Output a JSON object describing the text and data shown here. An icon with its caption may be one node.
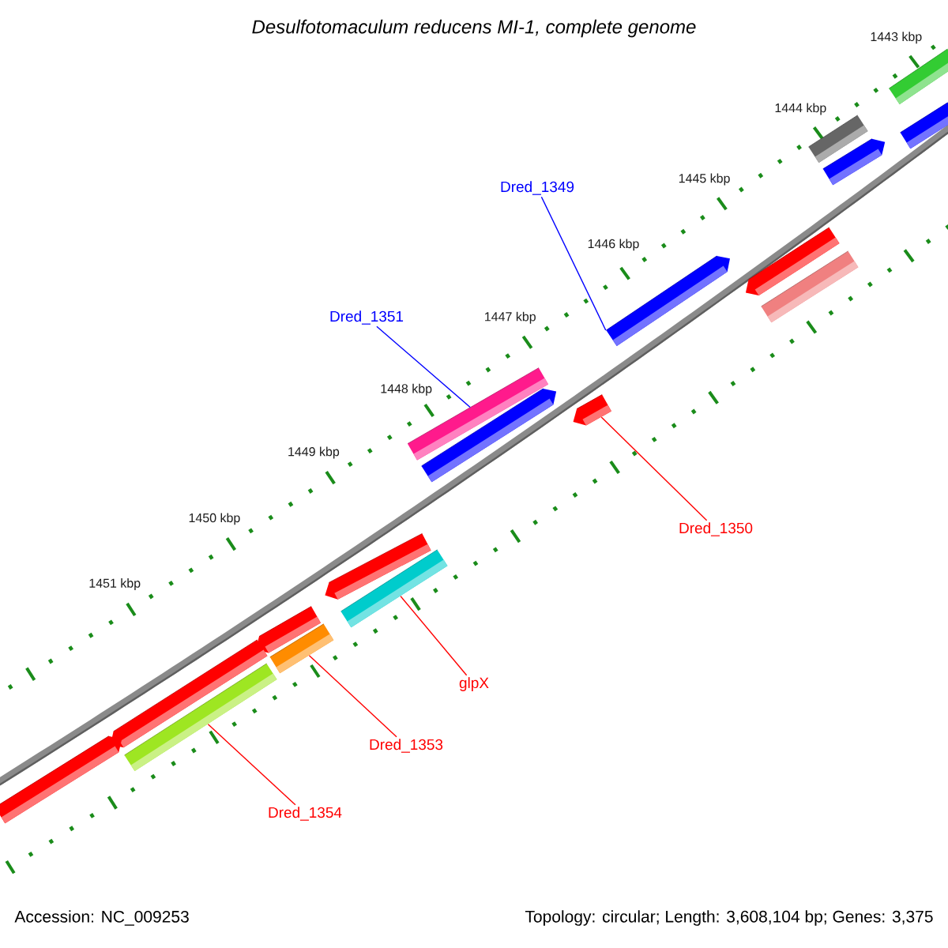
{
  "diagram": {
    "title": "Desulfotomaculum reducens MI-1, complete genome",
    "nodes": [
      {
        "text": [
          "Dred_1349"
        ]
      },
      {
        "text": [
          "Dred_1351"
        ]
      },
      {
        "text": [
          "Dred_1350"
        ]
      },
      {
        "text": [
          "glpX"
        ]
      },
      {
        "text": [
          "Dred_1353"
        ]
      },
      {
        "text": [
          "Dred_1354"
        ]
      },
      {
        "text": [],
        "shape": "bar"
      },
      {
        "text": [],
        "shape": "bar"
      },
      {
        "text": [],
        "shape": "bar"
      },
      {
        "text": [],
        "shape": "bar"
      },
      {
        "text": [],
        "shape": "bar"
      },
      {
        "text": [],
        "shape": "bar"
      }
    ],
    "edges": [
      {
        "from": 0,
        "to": 11,
        "arrow": "none",
        "color": "#0000ff"
      },
      {
        "from": 1,
        "to": 9,
        "arrow": "none",
        "color": "#0000ff"
      },
      {
        "from": 2,
        "to": 10,
        "arrow": "none",
        "color": "#ff0000"
      },
      {
        "from": 3,
        "to": 8,
        "arrow": "none",
        "color": "#ff0000"
      },
      {
        "from": 4,
        "to": 7,
        "arrow": "none",
        "color": "#ff0000"
      },
      {
        "from": 5,
        "to": 6,
        "arrow": "none",
        "color": "#ff0000"
      }
    ],
    "labels": [
      "1443 kbp",
      "1444 kbp",
      "1445 kbp",
      "1446 kbp",
      "1447 kbp",
      "1448 kbp",
      "1449 kbp",
      "1450 kbp",
      "1451 kbp",
      "Accession: NC_009253",
      "Topology: circular; Length: 3,608,104 bp; Genes: 3,375"
    ]
  }
}
